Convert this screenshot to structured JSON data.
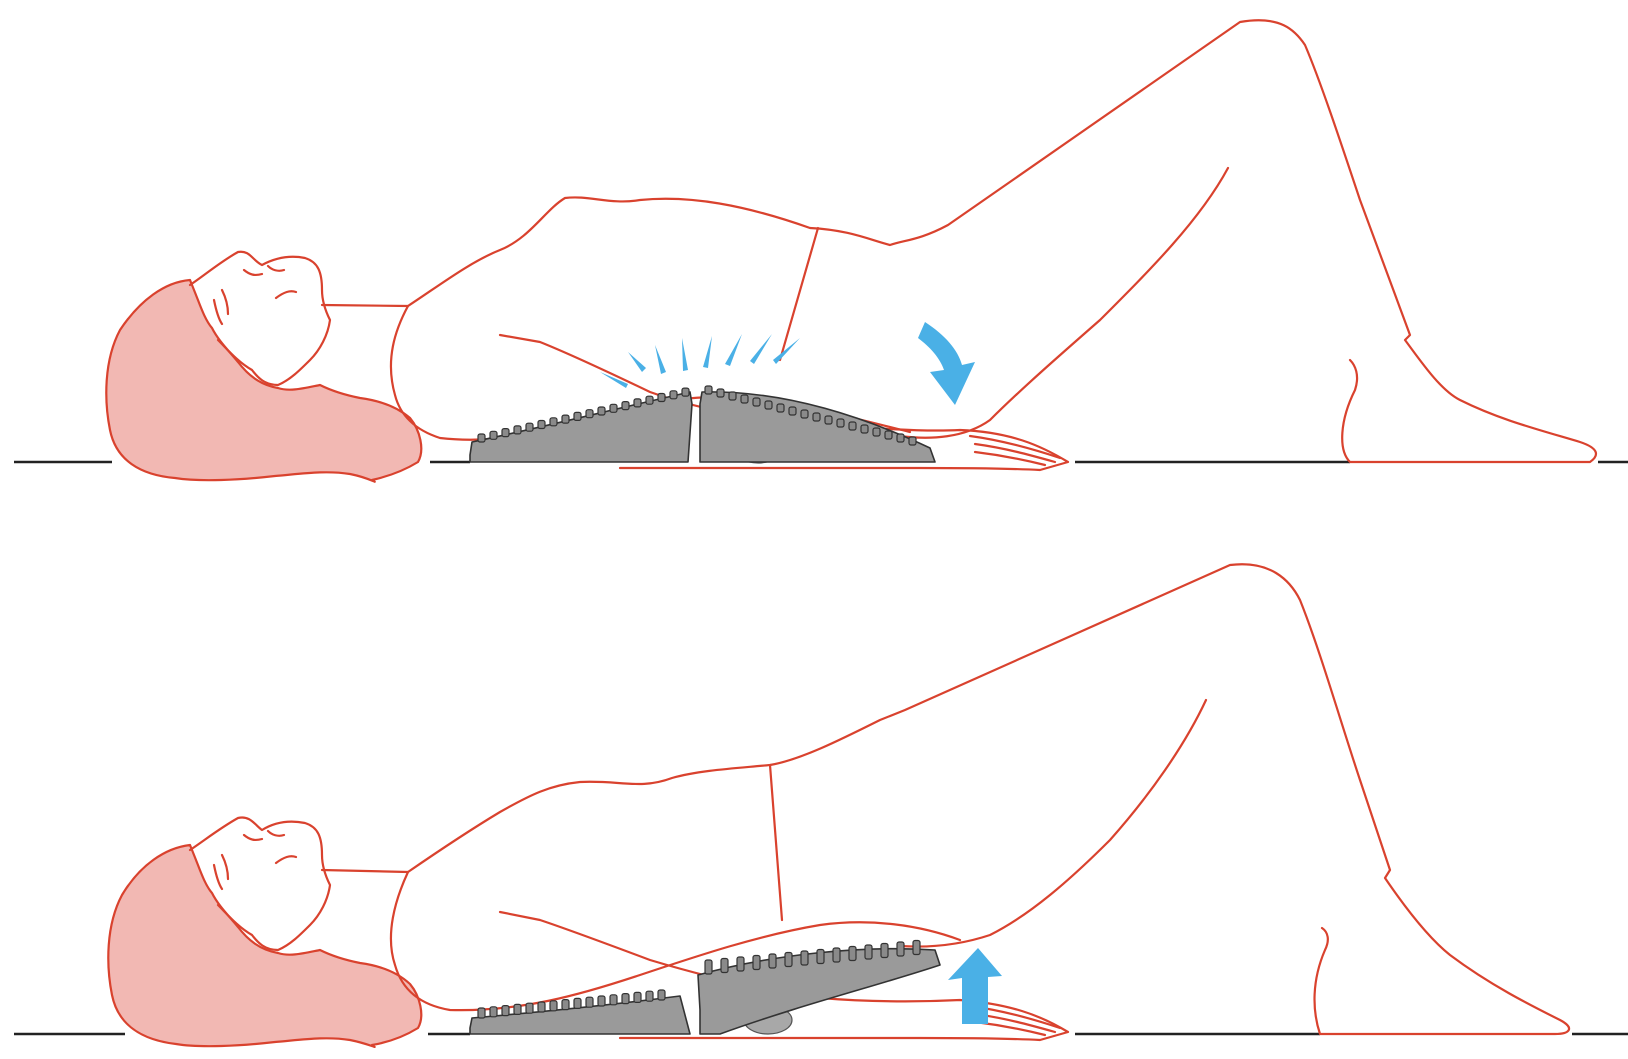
{
  "scene": {
    "panels": [
      {
        "id": "top",
        "arrow": "down-arrow",
        "device_state": "flat",
        "burst": true
      },
      {
        "id": "bottom",
        "arrow": "up-arrow",
        "device_state": "tilted",
        "burst": false
      }
    ]
  },
  "colors": {
    "outline": "#d9422e",
    "hair": "#f2b8b3",
    "device": "#9a9a9a",
    "arrow": "#4ab0e6",
    "floor": "#222222",
    "background": "#ffffff"
  }
}
